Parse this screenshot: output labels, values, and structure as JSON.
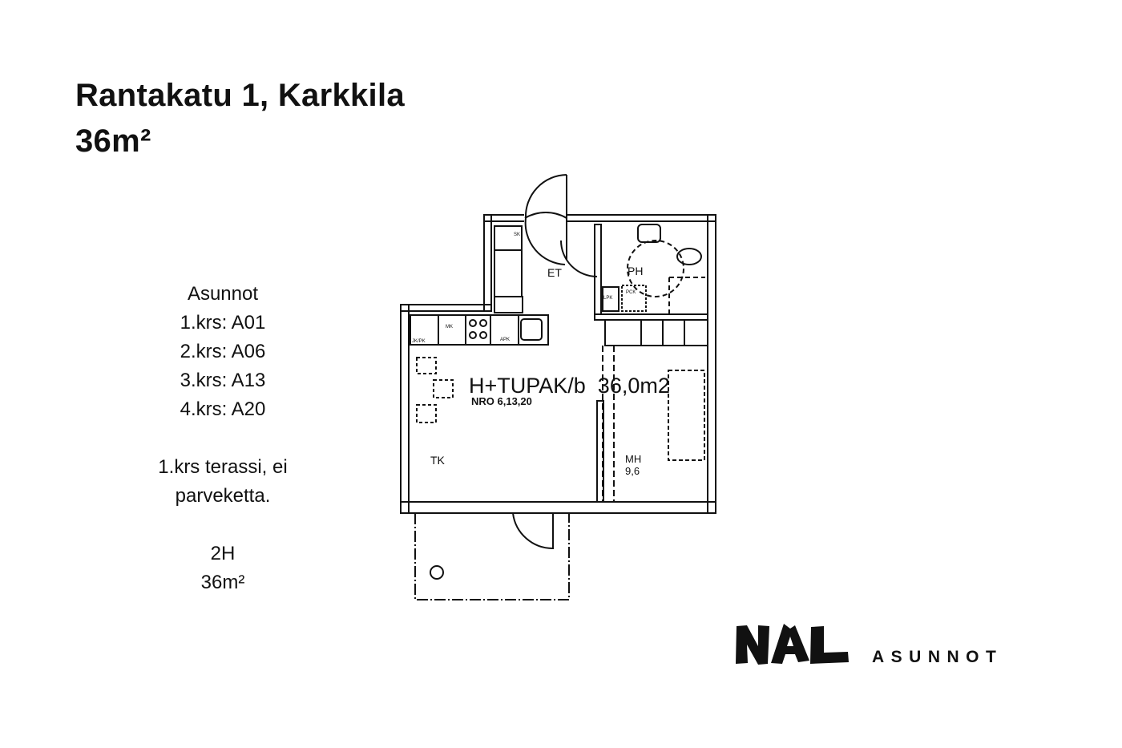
{
  "header": {
    "title": "Rantakatu 1, Karkkila",
    "area": "36m²"
  },
  "info": {
    "heading": "Asunnot",
    "floors": [
      "1.krs: A01",
      "2.krs: A06",
      "3.krs: A13",
      "4.krs: A20"
    ],
    "note_line1": "1.krs terassi, ei",
    "note_line2": "parveketta.",
    "type": "2H",
    "size": "36m²"
  },
  "floorplan": {
    "apartment_label": "H+TUPAK/b  36,0m2",
    "numbers": "NRO 6,13,20",
    "rooms": {
      "entry": "ET",
      "bathroom": "PH",
      "kitchen": "TK",
      "bedroom": "MH",
      "bedroom_area": "9,6"
    },
    "fixtures": {
      "fridge": "JK/PK",
      "microwave": "MK",
      "dishwasher": "APK",
      "cabinet": "SK",
      "washer_space": "LPK",
      "dryer": "PCK"
    }
  },
  "logo": {
    "brand": "NAL",
    "subtitle": "ASUNNOT"
  }
}
